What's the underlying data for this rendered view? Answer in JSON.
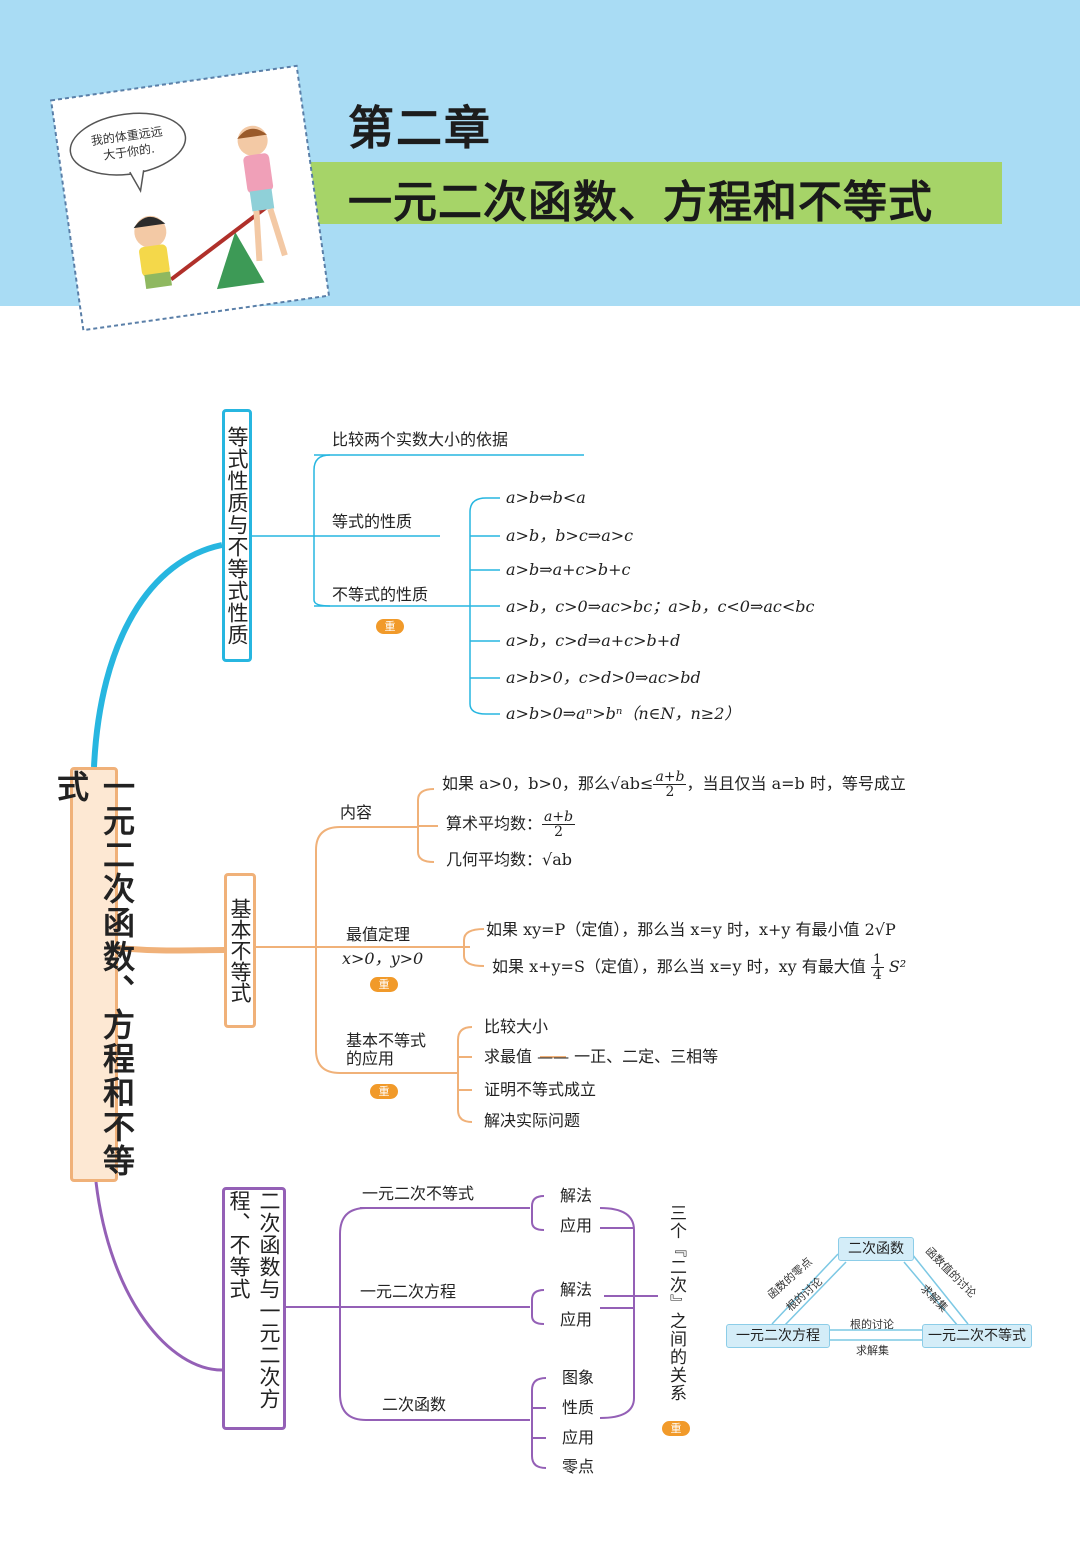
{
  "header": {
    "chapter": "第二章",
    "title": "一元二次函数、方程和不等式",
    "speech": "我的体重远远大于你的."
  },
  "main_topic": "一元二次函数、方程和不等式",
  "badge": "重",
  "section1": {
    "title": "等式性质与不等式性质",
    "item_compare": "比较两个实数大小的依据",
    "item_eq": "等式的性质",
    "item_ineq": "不等式的性质",
    "props": [
      "a>b⇔b<a",
      "a>b，b>c⇒a>c",
      "a>b⇒a+c>b+c",
      "a>b，c>0⇒ac>bc；a>b，c<0⇒ac<bc",
      "a>b，c>d⇒a+c>b+d",
      "a>b>0，c>d>0⇒ac>bd",
      "a>b>0⇒aⁿ>bⁿ（n∈N，n≥2）"
    ]
  },
  "section2": {
    "title": "基本不等式",
    "content_label": "内容",
    "c1_pre": "如果 a>0，b>0，那么√ab≤",
    "c1_num": "a+b",
    "c1_den": "2",
    "c1_post": "，当且仅当 a=b 时，等号成立",
    "c2_pre": "算术平均数：",
    "c2_num": "a+b",
    "c2_den": "2",
    "c3": "几何平均数：√ab",
    "extreme_label": "最值定理",
    "extreme_cond": "x>0，y>0",
    "e1": "如果 xy=P（定值），那么当 x=y 时，x+y 有最小值 2√P",
    "e2_pre": "如果 x+y=S（定值），那么当 x=y 时，xy 有最大值",
    "e2_num": "1",
    "e2_den": "4",
    "e2_post": "S²",
    "app_label": "基本不等式的应用",
    "apps": [
      "比较大小",
      "求最值 —— 一正、二定、三相等",
      "证明不等式成立",
      "解决实际问题"
    ]
  },
  "section3": {
    "title": "二次函数与一元二次方程、不等式",
    "b1": "一元二次不等式",
    "b1_items": [
      "解法",
      "应用"
    ],
    "b2": "一元二次方程",
    "b2_items": [
      "解法",
      "应用"
    ],
    "b3": "二次函数",
    "b3_items": [
      "图象",
      "性质",
      "应用",
      "零点"
    ],
    "relation": "三个『二次』之间的关系"
  },
  "triangle": {
    "top": "二次函数",
    "left": "一元二次方程",
    "right": "一元二次不等式",
    "lt1": "函数的零点",
    "lt2": "根的讨论",
    "rt1": "函数值的讨论",
    "rt2": "求解集",
    "b1": "根的讨论",
    "b2": "求解集"
  },
  "colors": {
    "banner": "#a9dcf4",
    "title_bar": "#a6d468",
    "blue": "#27b6e0",
    "orange": "#f0b179",
    "purple": "#9460b6",
    "badge": "#f19a2a"
  }
}
